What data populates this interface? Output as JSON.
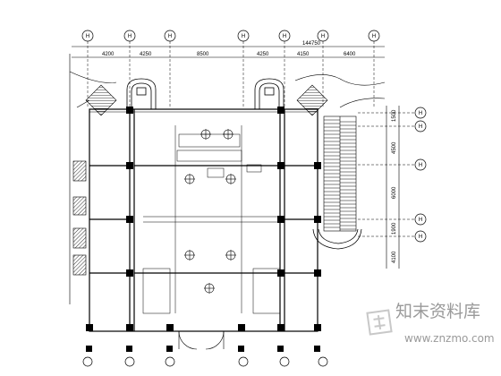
{
  "top_grid": [
    "H",
    "H",
    "H",
    "H",
    "H",
    "H",
    "H"
  ],
  "right_grid": [
    "H",
    "H",
    "H",
    "H",
    "H"
  ],
  "dims": {
    "total": "144750",
    "top": [
      "4200",
      "4250",
      "8500",
      "4250",
      "4150",
      "6400"
    ],
    "right": [
      "1500",
      "4500",
      "6000",
      "1900",
      "4100"
    ]
  },
  "watermark": {
    "title": "知末资料库",
    "url": "www.znzmo.com"
  }
}
